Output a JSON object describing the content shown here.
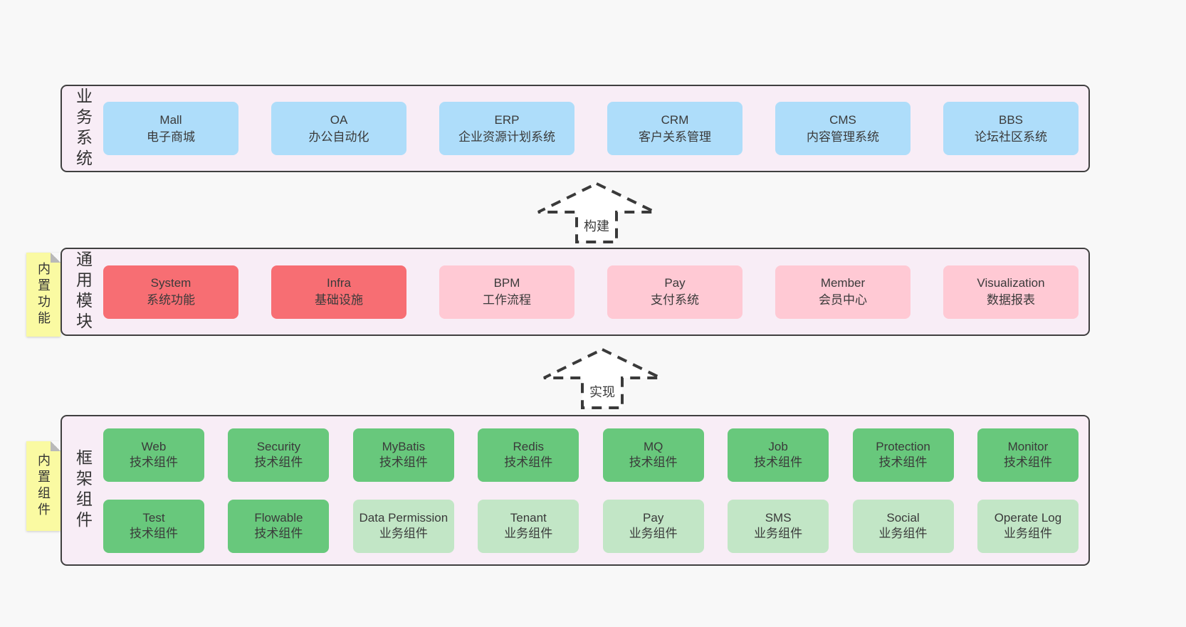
{
  "colors": {
    "page_bg": "#f8f8f8",
    "band_bg": "#f8edf6",
    "band_border": "#404040",
    "blue": "#aeddfa",
    "red": "#f76e73",
    "pink": "#ffc9d4",
    "green": "#68c87c",
    "green_light": "#c2e6c6",
    "sticky_bg": "#fafaa2",
    "text": "#3a3a3a"
  },
  "band_business": {
    "label": "业务系统",
    "boxes": [
      {
        "title": "Mall",
        "subtitle": "电子商城",
        "variant": "blue"
      },
      {
        "title": "OA",
        "subtitle": "办公自动化",
        "variant": "blue"
      },
      {
        "title": "ERP",
        "subtitle": "企业资源计划系统",
        "variant": "blue"
      },
      {
        "title": "CRM",
        "subtitle": "客户关系管理",
        "variant": "blue"
      },
      {
        "title": "CMS",
        "subtitle": "内容管理系统",
        "variant": "blue"
      },
      {
        "title": "BBS",
        "subtitle": "论坛社区系统",
        "variant": "blue"
      }
    ]
  },
  "arrow_build": {
    "label": "构建"
  },
  "band_modules": {
    "label": "通用模块",
    "sticky": "内置功能",
    "boxes": [
      {
        "title": "System",
        "subtitle": "系统功能",
        "variant": "red"
      },
      {
        "title": "Infra",
        "subtitle": "基础设施",
        "variant": "red"
      },
      {
        "title": "BPM",
        "subtitle": "工作流程",
        "variant": "pink"
      },
      {
        "title": "Pay",
        "subtitle": "支付系统",
        "variant": "pink"
      },
      {
        "title": "Member",
        "subtitle": "会员中心",
        "variant": "pink"
      },
      {
        "title": "Visualization",
        "subtitle": "数据报表",
        "variant": "pink"
      }
    ]
  },
  "arrow_implement": {
    "label": "实现"
  },
  "band_framework": {
    "label": "框架组件",
    "sticky": "内置组件",
    "row1": [
      {
        "title": "Web",
        "subtitle": "技术组件",
        "variant": "green"
      },
      {
        "title": "Security",
        "subtitle": "技术组件",
        "variant": "green"
      },
      {
        "title": "MyBatis",
        "subtitle": "技术组件",
        "variant": "green"
      },
      {
        "title": "Redis",
        "subtitle": "技术组件",
        "variant": "green"
      },
      {
        "title": "MQ",
        "subtitle": "技术组件",
        "variant": "green"
      },
      {
        "title": "Job",
        "subtitle": "技术组件",
        "variant": "green"
      },
      {
        "title": "Protection",
        "subtitle": "技术组件",
        "variant": "green"
      },
      {
        "title": "Monitor",
        "subtitle": "技术组件",
        "variant": "green"
      }
    ],
    "row2": [
      {
        "title": "Test",
        "subtitle": "技术组件",
        "variant": "green"
      },
      {
        "title": "Flowable",
        "subtitle": "技术组件",
        "variant": "green"
      },
      {
        "title": "Data Permission",
        "subtitle": "业务组件",
        "variant": "green-light"
      },
      {
        "title": "Tenant",
        "subtitle": "业务组件",
        "variant": "green-light"
      },
      {
        "title": "Pay",
        "subtitle": "业务组件",
        "variant": "green-light"
      },
      {
        "title": "SMS",
        "subtitle": "业务组件",
        "variant": "green-light"
      },
      {
        "title": "Social",
        "subtitle": "业务组件",
        "variant": "green-light"
      },
      {
        "title": "Operate Log",
        "subtitle": "业务组件",
        "variant": "green-light"
      }
    ]
  }
}
